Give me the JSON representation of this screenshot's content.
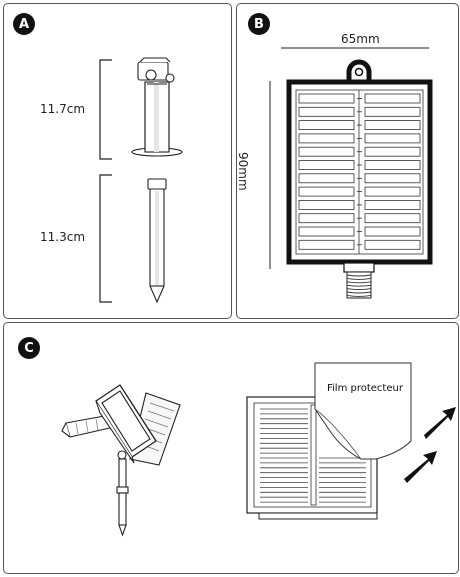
{
  "panels": {
    "a": {
      "badge": "A",
      "dim_top": "11.7cm",
      "dim_bottom": "11.3cm"
    },
    "b": {
      "badge": "B",
      "width_label": "65mm",
      "height_label": "90mm"
    },
    "c": {
      "badge": "C",
      "film_label": "Film protecteur"
    }
  }
}
